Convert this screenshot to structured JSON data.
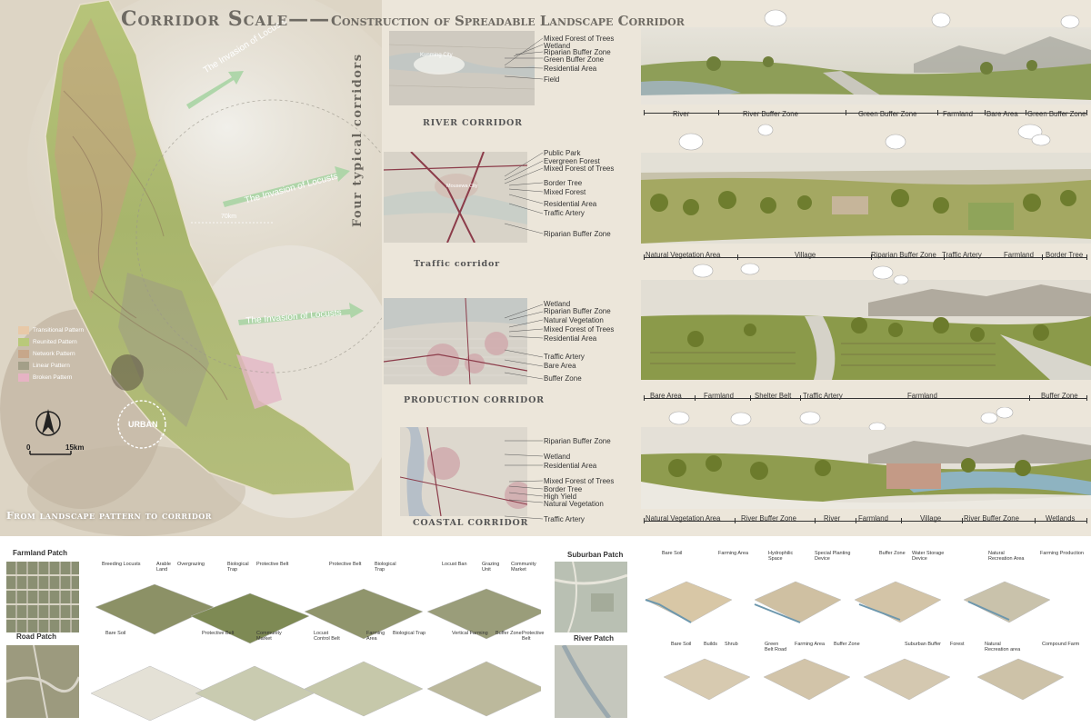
{
  "header": {
    "title_main": "Corridor Scale——",
    "title_sub": "Construction of Spreadable Landscape Corridor"
  },
  "map": {
    "invasion_label": "The Invasion of Locusts",
    "distance_label": "70km",
    "urban_label": "URBAN",
    "scale_start": "0",
    "scale_end": "15km",
    "caption": "From landscape pattern to corridor",
    "legend": [
      {
        "label": "Transitional Pattern",
        "color": "#e8c9a8"
      },
      {
        "label": "Reunited Pattern",
        "color": "#b9c97a"
      },
      {
        "label": "Network Pattern",
        "color": "#c7a78a"
      },
      {
        "label": "Linear Pattern",
        "color": "#a39f88"
      },
      {
        "label": "Broken Pattern",
        "color": "#e6b3c4"
      }
    ]
  },
  "vertical_title": "Four typical corridors",
  "corridors": [
    {
      "name": "River corridor",
      "city": "Kunming City",
      "labels": [
        "Mixed Forest of Trees",
        "Wetland",
        "Riparian Buffer Zone",
        "Green Buffer Zone",
        "Residential Area",
        "Field"
      ],
      "segments": [
        "River",
        "River Buffer Zone",
        "Green Buffer Zone",
        "Farmland",
        "Bare Area",
        "Green Buffer Zone"
      ]
    },
    {
      "name": "Traffic corridor",
      "city": "Mousewa City",
      "labels": [
        "Public Park",
        "Evergreen Forest",
        "Mixed Forest of Trees",
        "Border Tree",
        "Mixed Forest",
        "Residential Area",
        "Traffic Artery",
        "Riparian Buffer Zone"
      ],
      "segments": [
        "Natural Vegetation Area",
        "Village",
        "Riparian Buffer Zone",
        "Traffic Artery",
        "Farmland",
        "Border Tree"
      ]
    },
    {
      "name": "Production corridor",
      "labels": [
        "Wetland",
        "Riparian Buffer Zone",
        "Natural Vegetation",
        "Mixed Forest of Trees",
        "Residential Area",
        "Traffic Artery",
        "Bare Area",
        "Buffer Zone"
      ],
      "segments": [
        "Bare Area",
        "Farmland",
        "Shelter Belt",
        "Traffic Artery",
        "Farmland",
        "Buffer Zone"
      ]
    },
    {
      "name": "Coastal corridor",
      "labels": [
        "Riparian Buffer Zone",
        "Wetland",
        "Residential Area",
        "Mixed Forest of Trees",
        "Border Tree",
        "High Yield",
        "Natural Vegetation",
        "Traffic Artery"
      ],
      "segments": [
        "Natural Vegetation Area",
        "River Buffer Zone",
        "River",
        "Farmland",
        "Village",
        "River Buffer Zone",
        "Wetlands"
      ]
    }
  ],
  "patches": {
    "farmland_title": "Farmland Patch",
    "road_title": "Road Patch",
    "suburban_title": "Suburban Patch",
    "river_title": "River Patch",
    "diagram_labels_row1": [
      [
        "Breeding Locusts",
        "Arable Land",
        "Overgrazing"
      ],
      [
        "Biological Trap",
        "Protective Belt"
      ],
      [
        "Protective Belt",
        "Biological Trap"
      ],
      [
        "Locust Ban",
        "Grazing Unit",
        "Community Market"
      ]
    ],
    "diagram_labels_row2": [
      [
        "Bare Soil"
      ],
      [
        "Protective Belt",
        "Community Market"
      ],
      [
        "Locust Control Belt",
        "Farming Area",
        "Biological Trap"
      ],
      [
        "Vertical Farming",
        "Buffer Zone",
        "Protective Belt"
      ]
    ],
    "right_labels_row1": [
      [
        "Bare Soil",
        "Farming Area"
      ],
      [
        "Hydrophilic Space",
        "Special Planting Device"
      ],
      [
        "Buffer Zone",
        "Water Storage Device"
      ],
      [
        "Natural Recreation Area",
        "Farming Production"
      ]
    ],
    "right_labels_row2": [
      [
        "Bare Soil",
        "Builds",
        "Shrub"
      ],
      [
        "Green Belt Road",
        "Farming Area",
        "Buffer Zone"
      ],
      [
        "Suburban Buffer",
        "Forest"
      ],
      [
        "Natural Recreation area",
        "Compound Farm"
      ]
    ]
  }
}
